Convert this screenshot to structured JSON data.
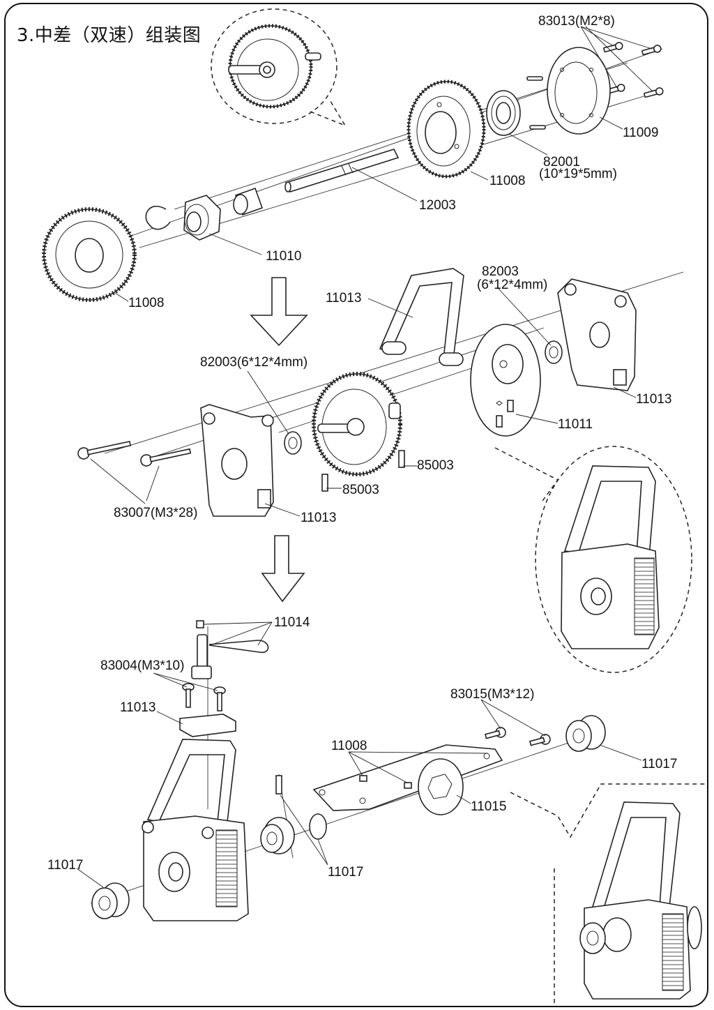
{
  "title": "3.中差（双速）组装图",
  "labels": {
    "l83013": "83013(M2*8)",
    "l11009": "11009",
    "l82001a": "82001",
    "l82001b": "(10*19*5mm)",
    "l11008_top": "11008",
    "l12003": "12003",
    "l11010": "11010",
    "l11008_left": "11008",
    "l11013_handle": "11013",
    "l82003_top_a": "82003",
    "l82003_top_b": "(6*12*4mm)",
    "l11013_right": "11013",
    "l82003_mid": "82003(6*12*4mm)",
    "l11011": "11011",
    "l85003_right": "85003",
    "l85003_left": "85003",
    "l83007": "83007(M3*28)",
    "l11013_mid": "11013",
    "l11014": "11014",
    "l83004": "83004(M3*10)",
    "l11013_lower": "11013",
    "l83015": "83015(M3*12)",
    "l11008_lower": "11008",
    "l11017_right": "11017",
    "l11015": "11015",
    "l11017_left": "11017",
    "l11017_mid": "11017"
  }
}
